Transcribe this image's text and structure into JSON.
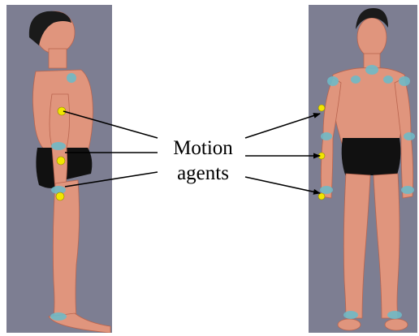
{
  "label": {
    "line1": "Motion",
    "line2": "agents"
  },
  "colors": {
    "panel_bg": "#7d7e92",
    "skin": "#e0957d",
    "skin_shadow": "#b9654f",
    "hair": "#1a1a1a",
    "shorts": "#111111",
    "sensor": "#6fb9c6",
    "agent_marker": "#f2e600",
    "arrow": "#000000"
  },
  "agent_markers": {
    "left_view": 3,
    "front_view": 3
  }
}
